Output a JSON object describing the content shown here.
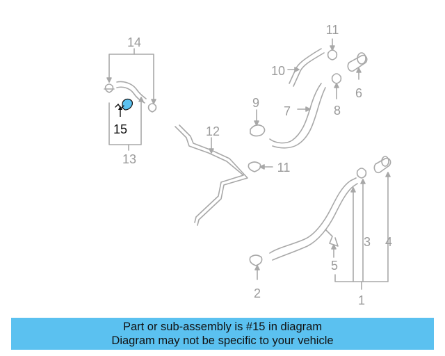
{
  "callouts": [
    "1",
    "2",
    "3",
    "4",
    "5",
    "6",
    "7",
    "8",
    "9",
    "10",
    "11",
    "11",
    "12",
    "13",
    "14",
    "15"
  ],
  "highlighted_part": "15",
  "banner": {
    "line1": "Part or sub-assembly is #15 in diagram",
    "line2": "Diagram may not be specific to your vehicle"
  },
  "colors": {
    "line": "#a8a8a8",
    "highlight": "#5bc1f0",
    "banner": "#5bc1f0"
  }
}
